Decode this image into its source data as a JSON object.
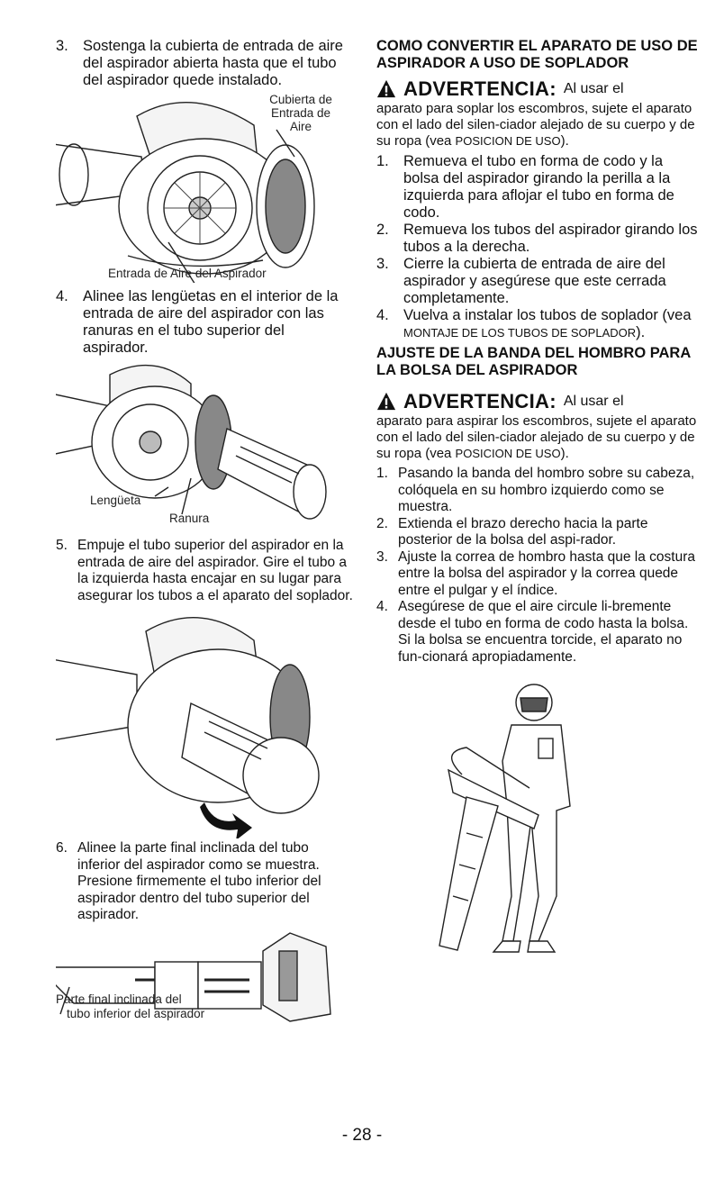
{
  "left": {
    "step3": {
      "num": "3.",
      "text": "Sostenga la cubierta de entrada de aire del aspirador abierta hasta que el tubo del aspirador quede instalado."
    },
    "fig1": {
      "label_cover": "Cubierta de Entrada de Aire",
      "label_inlet": "Entrada de Aire del Aspirador"
    },
    "step4": {
      "num": "4.",
      "text": "Alinee las lengüetas en el interior de la entrada de aire del aspirador con las ranuras en el tubo superior del aspirador."
    },
    "fig2": {
      "label_tab": "Lengüeta",
      "label_slot": "Ranura"
    },
    "step5": {
      "num": "5.",
      "text": "Empuje el tubo superior del aspirador en la entrada de aire del aspirador. Gire el tubo a la izquierda hasta encajar en su lugar para asegurar los tubos a el aparato del soplador."
    },
    "step6": {
      "num": "6.",
      "text": "Alinee la parte final inclinada del tubo inferior del aspirador como se muestra. Presione firmemente el tubo inferior del aspirador dentro del tubo superior del aspirador."
    },
    "fig4": {
      "label_end_1": "Parte final inclinada del",
      "label_end_2": "tubo inferior del aspirador"
    }
  },
  "right": {
    "section1_title": "COMO CONVERTIR EL APARATO DE USO DE ASPIRADOR A USO DE SOPLADOR",
    "warning1": {
      "title": "ADVERTENCIA:",
      "lead": "Al usar el",
      "body_a": "aparato para soplar los escombros, sujete el aparato con el lado del silen-ciador alejado de su cuerpo y de su ropa (vea ",
      "body_ref": "POSICION DE USO",
      "body_b": ")."
    },
    "steps1": [
      {
        "num": "1.",
        "text": "Remueva el tubo en forma de codo y la bolsa del aspirador girando la perilla a la izquierda para aflojar el tubo en forma de codo."
      },
      {
        "num": "2.",
        "text": "Remueva los tubos del aspirador girando los tubos a la derecha."
      },
      {
        "num": "3.",
        "text": "Cierre la cubierta de entrada de aire del aspirador  y asegúrese que este cerrada completamente."
      },
      {
        "num": "4.",
        "text_a": "Vuelva a instalar los tubos de soplador (vea ",
        "text_ref": "MONTAJE DE LOS TUBOS DE SOPLADOR",
        "text_b": ")."
      }
    ],
    "section2_title": "AJUSTE DE LA BANDA DEL HOMBRO PARA LA BOLSA DEL ASPIRADOR",
    "warning2": {
      "title": "ADVERTENCIA:",
      "lead": "Al usar el",
      "body_a": "aparato para aspirar los escombros, sujete el aparato con el lado del silen-ciador alejado de su cuerpo y de su ropa (vea ",
      "body_ref": "POSICION DE USO",
      "body_b": ")."
    },
    "steps2": [
      {
        "num": "1.",
        "text": "Pasando la banda del hombro sobre su cabeza, colóquela en su hombro izquierdo como se muestra."
      },
      {
        "num": "2.",
        "text": "Extienda el brazo derecho hacia la parte posterior de la bolsa del aspi-rador."
      },
      {
        "num": "3.",
        "text": "Ajuste la correa de hombro hasta que la costura entre la bolsa del aspirador y la correa quede entre el pulgar y el índice."
      },
      {
        "num": "4.",
        "text": "Asegúrese de que el aire circule li-bremente desde el tubo en forma de codo hasta la bolsa. Si la bolsa se encuentra torcide, el aparato no fun-cionará apropiadamente."
      }
    ]
  },
  "page_number": "- 28 -"
}
